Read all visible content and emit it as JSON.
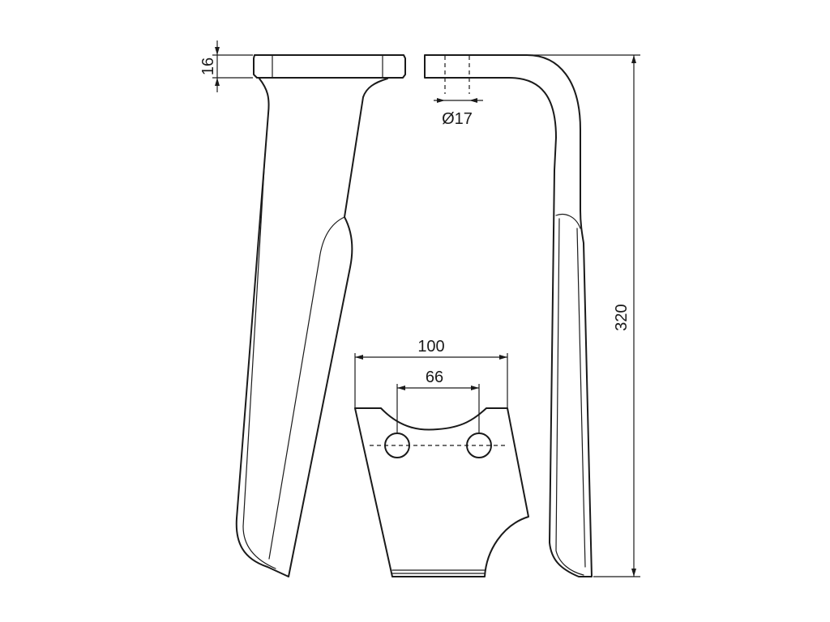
{
  "dimensions": {
    "flange_thickness": "16",
    "hole_diameter": "Ø17",
    "overall_height": "320",
    "plate_width": "100",
    "hole_spacing": "66"
  },
  "colors": {
    "line": "#1a1a1a",
    "background": "#ffffff"
  }
}
